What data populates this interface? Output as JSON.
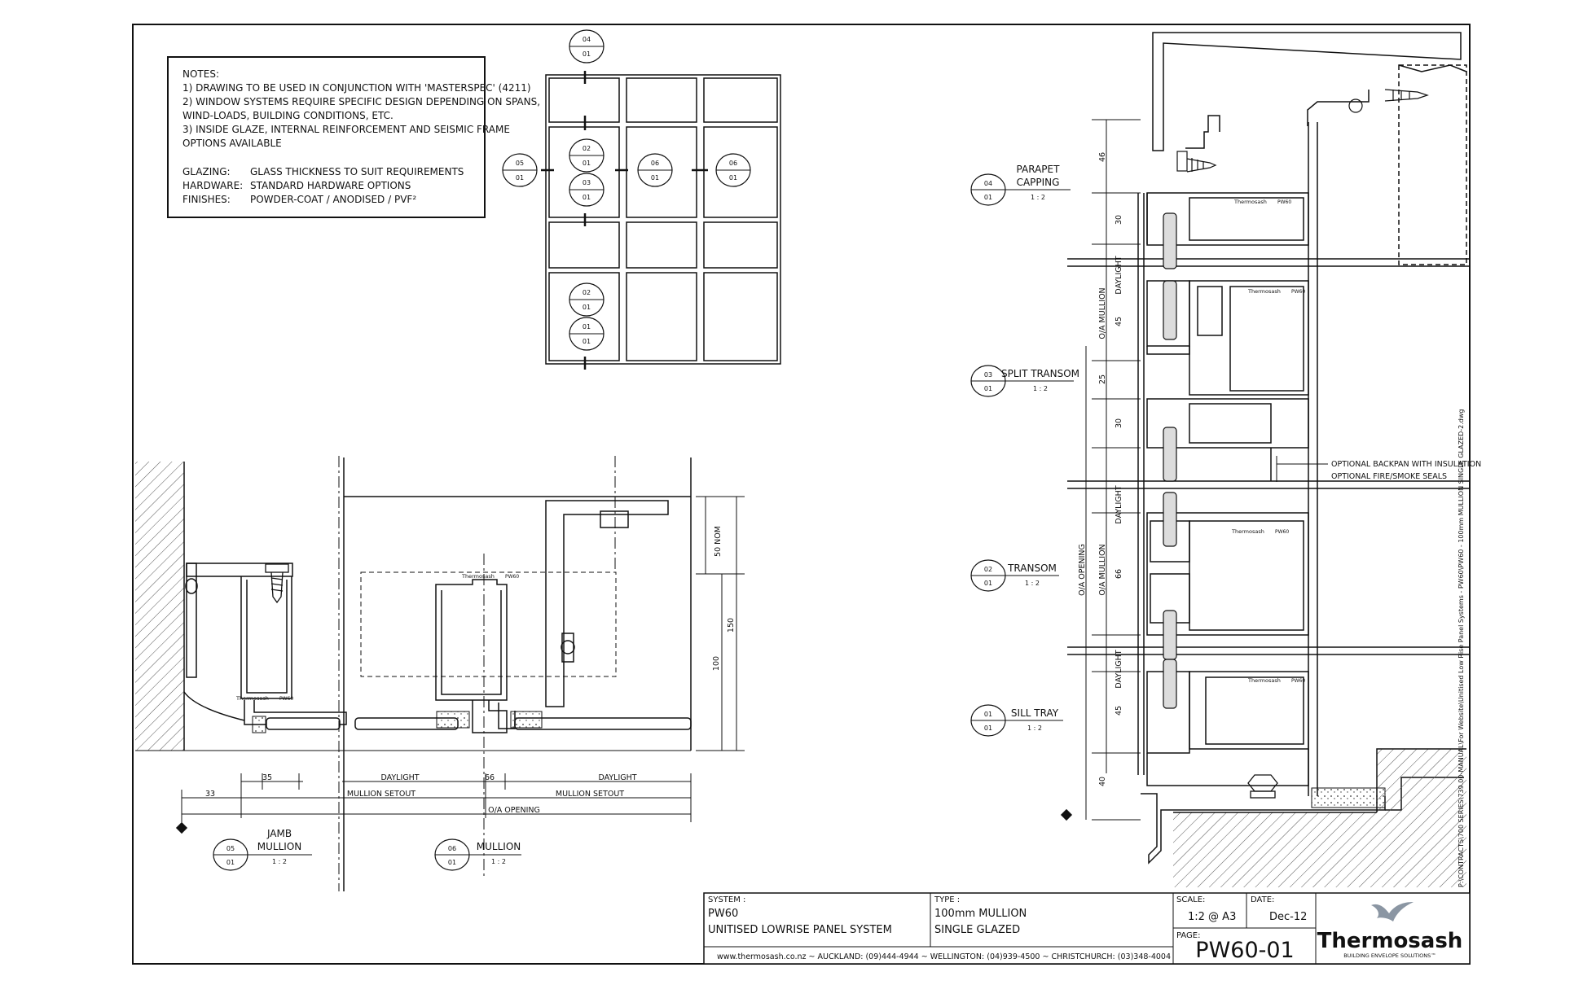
{
  "notes": {
    "heading": "NOTES:",
    "lines": [
      "1) DRAWING TO BE USED IN CONJUNCTION WITH 'MASTERSPEC' (4211)",
      "2) WINDOW SYSTEMS REQUIRE SPECIFIC DESIGN DEPENDING ON SPANS,",
      "WIND-LOADS, BUILDING CONDITIONS, ETC.",
      "3) INSIDE GLAZE, INTERNAL REINFORCEMENT AND SEISMIC FRAME",
      "OPTIONS AVAILABLE"
    ],
    "specs": [
      {
        "key": "GLAZING:",
        "value": "GLASS THICKNESS TO SUIT REQUIREMENTS"
      },
      {
        "key": "HARDWARE:",
        "value": "STANDARD HARDWARE OPTIONS"
      },
      {
        "key": "FINISHES:",
        "value": "POWDER-COAT / ANODISED / PVF²"
      }
    ]
  },
  "elevation_markers": [
    {
      "top": "04",
      "bottom": "01"
    },
    {
      "top": "02",
      "bottom": "01"
    },
    {
      "top": "03",
      "bottom": "01"
    },
    {
      "top": "05",
      "bottom": "01"
    },
    {
      "top": "06",
      "bottom": "01"
    },
    {
      "top": "06",
      "bottom": "01"
    },
    {
      "top": "02",
      "bottom": "01"
    },
    {
      "top": "01",
      "bottom": "01"
    }
  ],
  "plan_dims": {
    "d35": "35",
    "d33": "33",
    "d66": "66",
    "daylight_left": "DAYLIGHT",
    "daylight_right": "DAYLIGHT",
    "mullion_setout_left": "MULLION SETOUT",
    "mullion_setout_right": "MULLION SETOUT",
    "oa_opening": "O/A OPENING",
    "d50nom": "50 NOM",
    "d150": "150",
    "d100": "100"
  },
  "plan_detail_titles": [
    {
      "top": "05",
      "bottom": "01",
      "title1": "JAMB",
      "title2": "MULLION",
      "scale": "1 : 2"
    },
    {
      "top": "06",
      "bottom": "01",
      "title1": "MULLION",
      "title2": "",
      "scale": "1 : 2"
    }
  ],
  "section_titles": [
    {
      "top": "04",
      "bottom": "01",
      "title1": "PARAPET",
      "title2": "CAPPING",
      "scale": "1 : 2"
    },
    {
      "top": "03",
      "bottom": "01",
      "title1": "SPLIT TRANSOM",
      "title2": "",
      "scale": "1 : 2"
    },
    {
      "top": "02",
      "bottom": "01",
      "title1": "TRANSOM",
      "title2": "",
      "scale": "1 : 2"
    },
    {
      "top": "01",
      "bottom": "01",
      "title1": "SILL TRAY",
      "title2": "",
      "scale": "1 : 2"
    }
  ],
  "section_dims": {
    "d46": "46",
    "d30a": "30",
    "daylight1": "DAYLIGHT",
    "oa_mullion1": "O/A MULLION",
    "d45a": "45",
    "d25": "25",
    "d30b": "30",
    "daylight2": "DAYLIGHT",
    "oa_opening": "O/A OPENING",
    "oa_mullion2": "O/A MULLION",
    "d66": "66",
    "daylight3": "DAYLIGHT",
    "d45b": "45",
    "d40": "40"
  },
  "annotations": {
    "backpan": "OPTIONAL BACKPAN WITH INSULATION",
    "fire": "OPTIONAL FIRE/SMOKE SEALS"
  },
  "profile_brand": "Thermosash",
  "profile_code": "PW60",
  "file_path": "P:\\CONTRACTS\\700 SERIES\\739.00-MANUAL\\For Website\\Unitised Low Rise Panel Systems - PW60\\PW60 - 100mm MULLION SINGLE GLAZED-2.dwg",
  "title_block": {
    "system_label": "SYSTEM :",
    "system_line1": "PW60",
    "system_line2": "UNITISED LOWRISE PANEL SYSTEM",
    "type_label": "TYPE :",
    "type_line1": "100mm MULLION",
    "type_line2": "SINGLE GLAZED",
    "scale_label": "SCALE:",
    "scale_value": "1:2 @ A3",
    "date_label": "DATE:",
    "date_value": "Dec-12",
    "page_label": "PAGE:",
    "page_value": "PW60-01",
    "footer": "www.thermosash.co.nz ~ AUCKLAND: (09)444-4944 ~ WELLINGTON: (04)939-4500 ~ CHRISTCHURCH: (03)348-4004",
    "logo_name": "Thermosash",
    "logo_tagline": "BUILDING ENVELOPE SOLUTIONS™"
  },
  "colors": {
    "logo_blue": "#1f5b9a",
    "logo_grey": "#8b96a3",
    "line": "#111111"
  }
}
